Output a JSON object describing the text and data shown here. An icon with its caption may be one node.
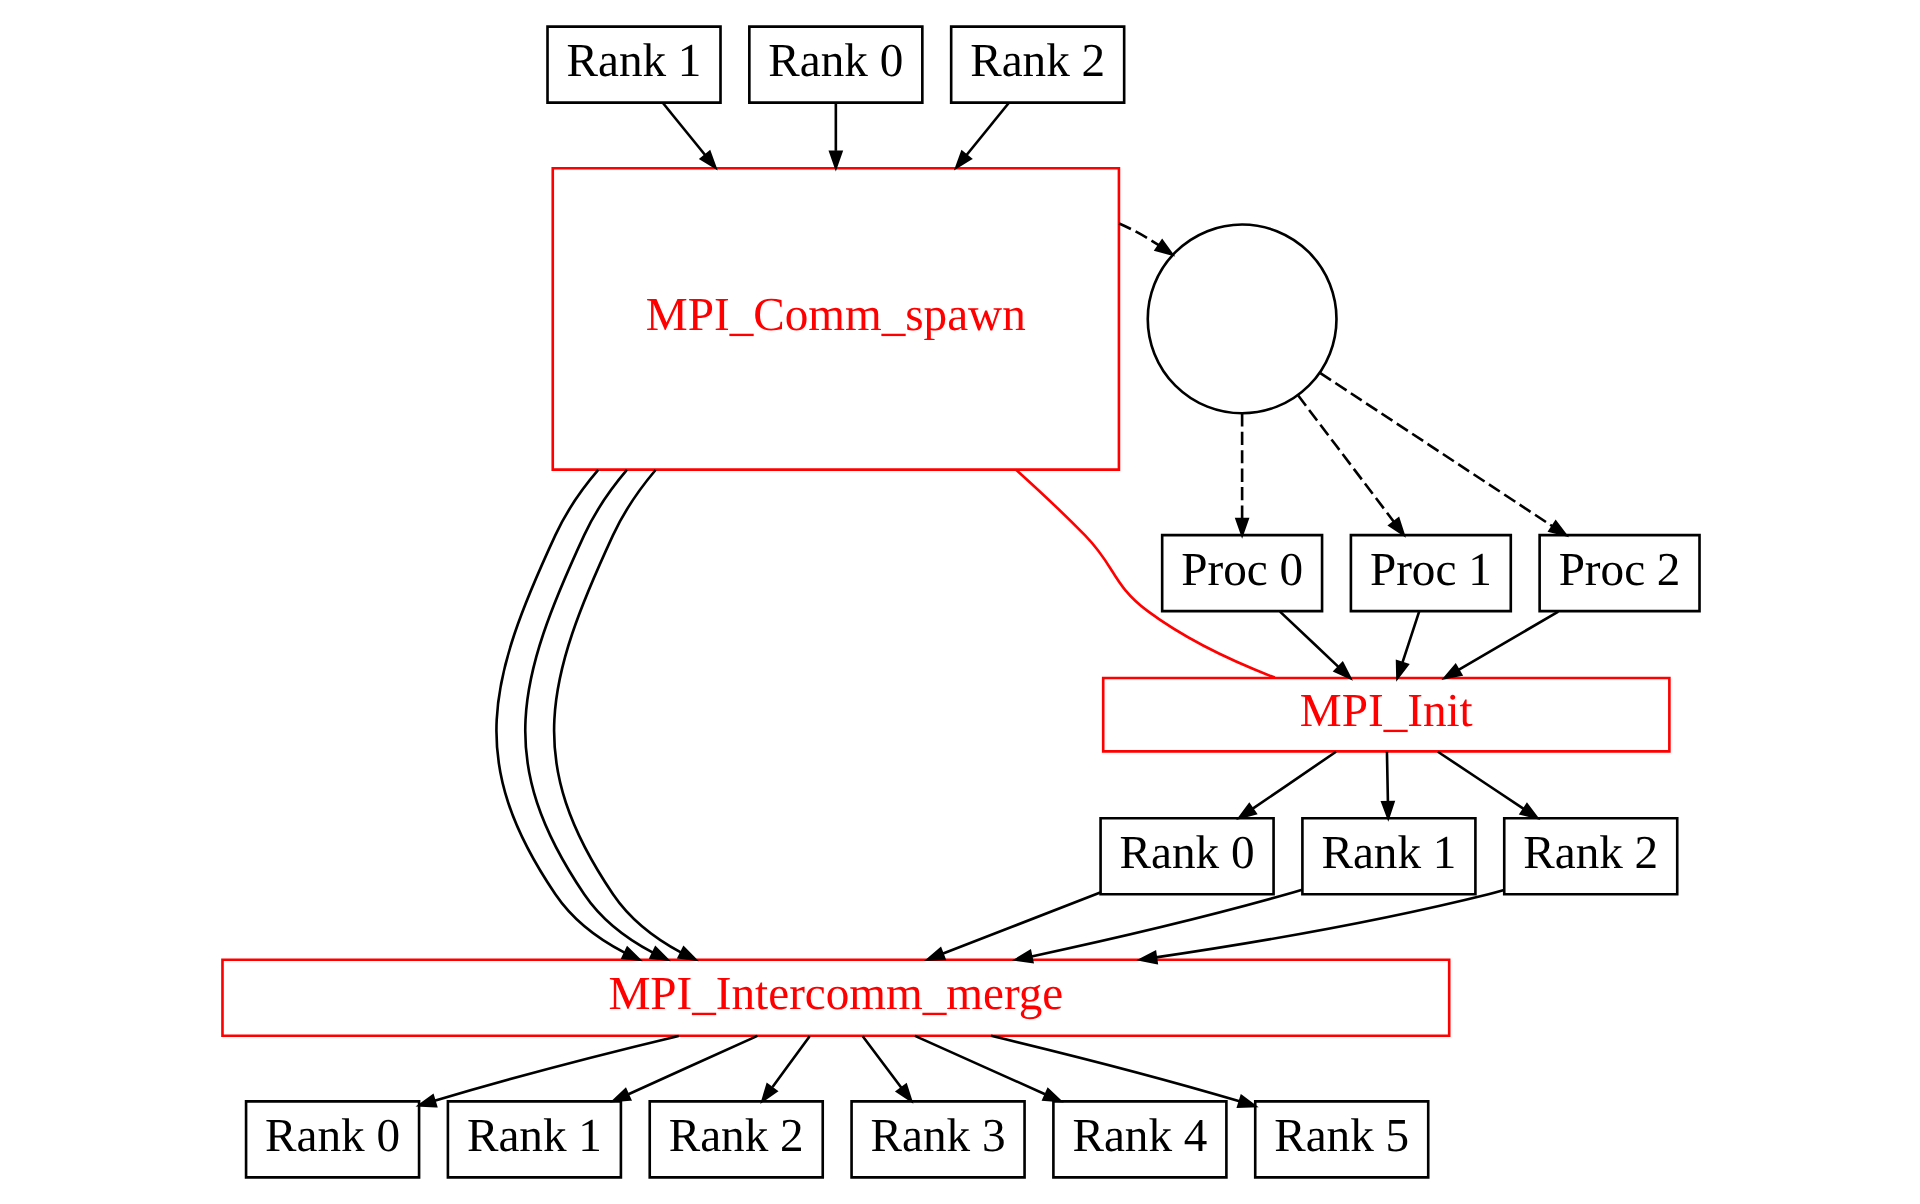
{
  "diagram": {
    "nodes": [
      {
        "text": [
          "Rank 1"
        ]
      },
      {
        "text": [
          "Rank 0"
        ]
      },
      {
        "text": [
          "Rank 2"
        ]
      },
      {
        "text": [
          "MPI_Comm_spawn"
        ]
      },
      {
        "text": [],
        "shape": "circle"
      },
      {
        "text": [
          "Proc 0"
        ]
      },
      {
        "text": [
          "Proc 1"
        ]
      },
      {
        "text": [
          "Proc 2"
        ]
      },
      {
        "text": [
          "MPI_Init"
        ]
      },
      {
        "text": [
          "Rank 0"
        ]
      },
      {
        "text": [
          "Rank 1"
        ]
      },
      {
        "text": [
          "Rank 2"
        ]
      },
      {
        "text": [
          "MPI_Intercomm_merge"
        ]
      },
      {
        "text": [
          "Rank 0"
        ]
      },
      {
        "text": [
          "Rank 1"
        ]
      },
      {
        "text": [
          "Rank 2"
        ]
      },
      {
        "text": [
          "Rank 3"
        ]
      },
      {
        "text": [
          "Rank 4"
        ]
      },
      {
        "text": [
          "Rank 5"
        ]
      }
    ],
    "edges": [
      {
        "from": 0,
        "to": 3,
        "arrow": "to"
      },
      {
        "from": 1,
        "to": 3,
        "arrow": "to"
      },
      {
        "from": 2,
        "to": 3,
        "arrow": "to"
      },
      {
        "from": 3,
        "to": 4,
        "arrow": "to",
        "style": "dashed"
      },
      {
        "from": 4,
        "to": 5,
        "arrow": "to",
        "style": "dashed"
      },
      {
        "from": 4,
        "to": 6,
        "arrow": "to",
        "style": "dashed"
      },
      {
        "from": 4,
        "to": 7,
        "arrow": "to",
        "style": "dashed"
      },
      {
        "from": 5,
        "to": 8,
        "arrow": "to"
      },
      {
        "from": 6,
        "to": 8,
        "arrow": "to"
      },
      {
        "from": 7,
        "to": 8,
        "arrow": "to"
      },
      {
        "from": 3,
        "to": 8,
        "arrow": "none",
        "color": "#ff0000"
      },
      {
        "from": 8,
        "to": 9,
        "arrow": "to"
      },
      {
        "from": 8,
        "to": 10,
        "arrow": "to"
      },
      {
        "from": 8,
        "to": 11,
        "arrow": "to"
      },
      {
        "from": 3,
        "to": 12,
        "arrow": "to"
      },
      {
        "from": 3,
        "to": 12,
        "arrow": "to"
      },
      {
        "from": 3,
        "to": 12,
        "arrow": "to"
      },
      {
        "from": 9,
        "to": 12,
        "arrow": "to"
      },
      {
        "from": 10,
        "to": 12,
        "arrow": "to"
      },
      {
        "from": 11,
        "to": 12,
        "arrow": "to"
      },
      {
        "from": 12,
        "to": 13,
        "arrow": "to"
      },
      {
        "from": 12,
        "to": 14,
        "arrow": "to"
      },
      {
        "from": 12,
        "to": 15,
        "arrow": "to"
      },
      {
        "from": 12,
        "to": 16,
        "arrow": "to"
      },
      {
        "from": 12,
        "to": 17,
        "arrow": "to"
      },
      {
        "from": 12,
        "to": 18,
        "arrow": "to"
      }
    ]
  }
}
